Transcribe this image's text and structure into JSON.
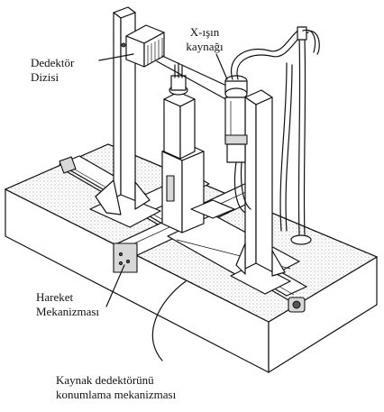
{
  "labels": {
    "xray_source_line1": "X-ışın",
    "xray_source_line2": "kaynağı",
    "detector_array_line1": "Dedektör",
    "detector_array_line2": "Dizisi",
    "motion_mechanism_line1": "Hareket",
    "motion_mechanism_line2": "Mekanizması",
    "positioning_line1": "Kaynak dedektörünü",
    "positioning_line2": "konumlama mekanizması"
  }
}
